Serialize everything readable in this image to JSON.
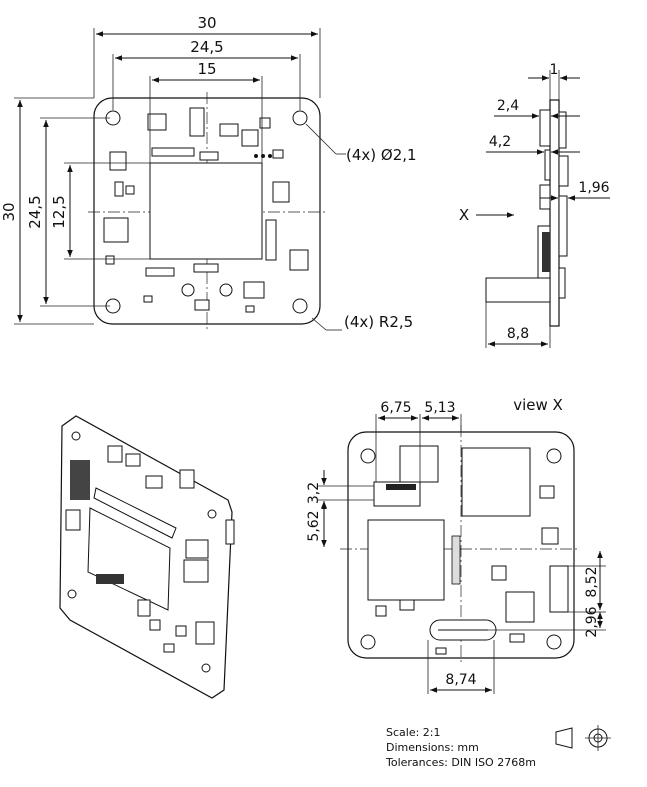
{
  "top_view": {
    "dim_width": "30",
    "dim_hole_span": "24,5",
    "dim_chip": "15",
    "dim_height": "30",
    "dim_height_holes": "24,5",
    "dim_height_chip": "12,5",
    "hole_callout": "(4x) Ø2,1",
    "radius_callout": "(4x) R2,5"
  },
  "side_view": {
    "dim_board": "1",
    "dim_a": "2,4",
    "dim_b": "4,2",
    "dim_c": "1,96",
    "dim_d": "8,8",
    "arrow_label": "X"
  },
  "bottom_view": {
    "title": "view X",
    "dim_a": "6,75",
    "dim_b": "5,13",
    "dim_c": "3,2",
    "dim_d": "5,62",
    "dim_e": "8,52",
    "dim_f": "2,96",
    "dim_g": "8,74"
  },
  "notes": {
    "scale": "Scale: 2:1",
    "dimensions": "Dimensions: mm",
    "tolerances": "Tolerances: DIN ISO 2768m"
  }
}
